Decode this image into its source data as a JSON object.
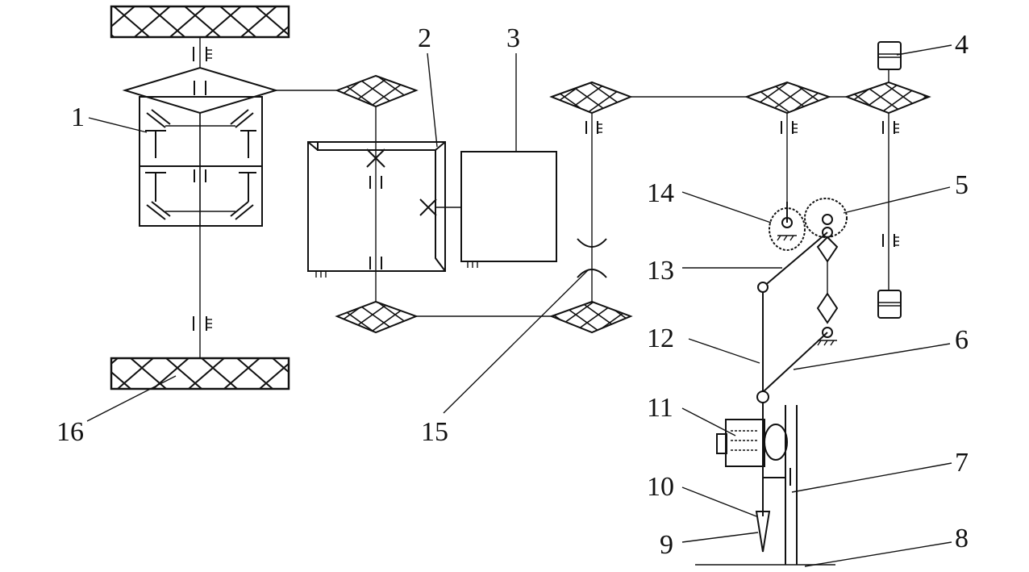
{
  "diagram": {
    "labels": {
      "l1": "1",
      "l2": "2",
      "l3": "3",
      "l4": "4",
      "l5": "5",
      "l6": "6",
      "l7": "7",
      "l8": "8",
      "l9": "9",
      "l10": "10",
      "l11": "11",
      "l12": "12",
      "l13": "13",
      "l14": "14",
      "l15": "15",
      "l16": "16"
    }
  }
}
